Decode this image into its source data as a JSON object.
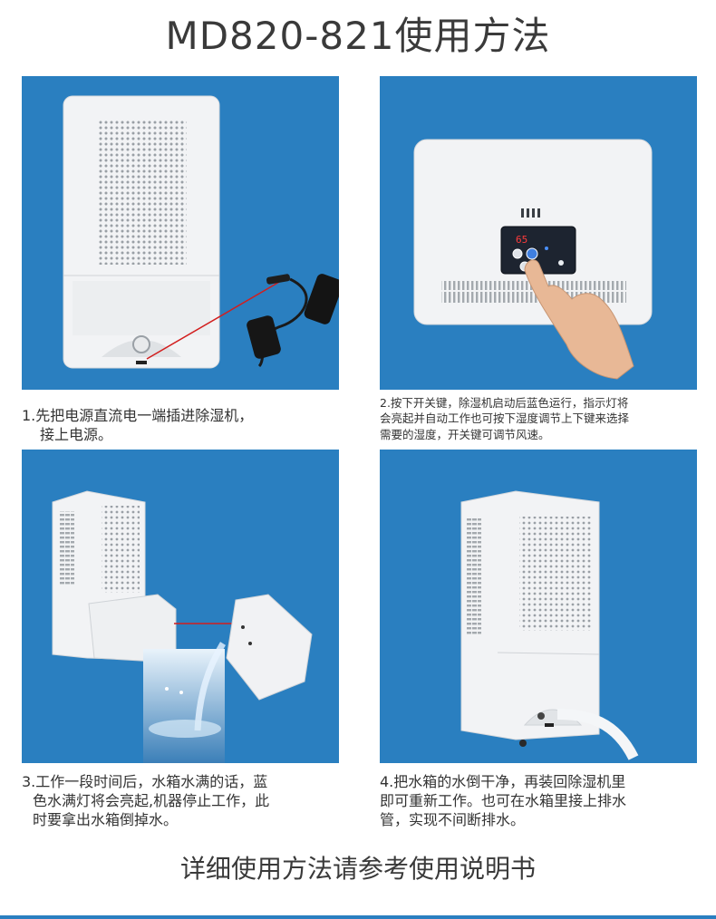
{
  "page": {
    "title": "MD820-821使用方法",
    "footer": "详细使用方法请参考使用说明书"
  },
  "colors": {
    "panel_blue": "#2a7fc0",
    "device_white": "#f2f3f5",
    "laser_red": "#d21e1e"
  },
  "steps": [
    {
      "lines": [
        "1.先把电源直流电一端插进除湿机，",
        "接上电源。"
      ]
    },
    {
      "lines": [
        "2.按下开关键，除湿机启动后蓝色运行，指示灯将",
        "会亮起并自动工作也可按下湿度调节上下键来选择",
        "需要的湿度，开关键可调节风速。"
      ]
    },
    {
      "lines": [
        "3.工作一段时间后，水箱水满的话，蓝",
        "色水满灯将会亮起,机器停止工作，此",
        "时要拿出水箱倒掉水。"
      ]
    },
    {
      "lines": [
        "4.把水箱的水倒干净，再装回除湿机里",
        "即可重新工作。也可在水箱里接上排水",
        "管，实现不间断排水。"
      ]
    }
  ],
  "display": {
    "readout": "65"
  }
}
